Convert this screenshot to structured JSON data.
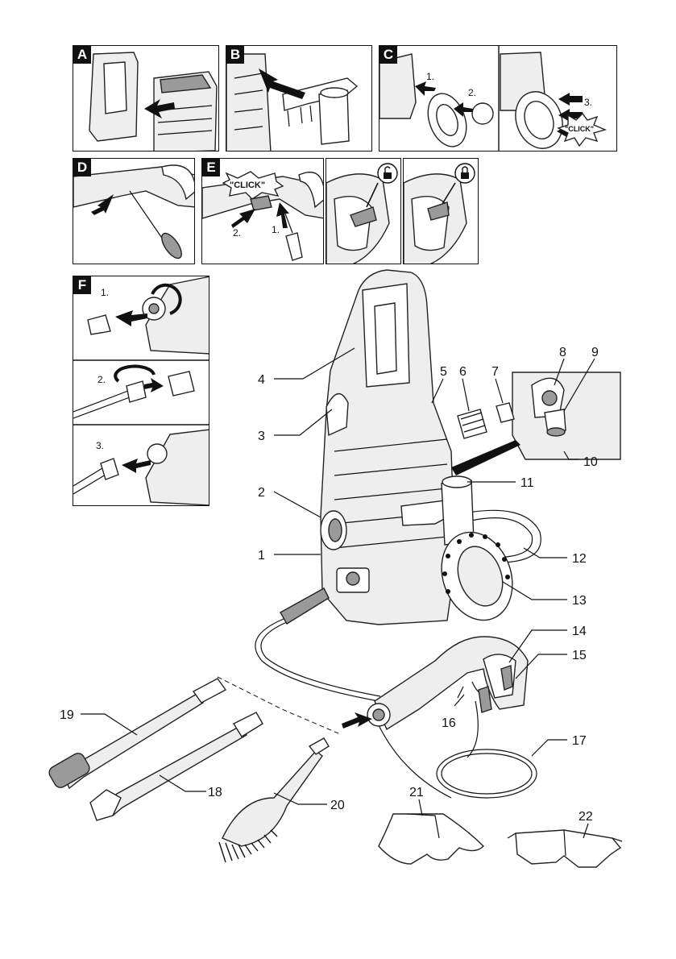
{
  "panels": {
    "A": "A",
    "B": "B",
    "C": "C",
    "D": "D",
    "E": "E",
    "F": "F"
  },
  "steps": {
    "c1": "1.",
    "c2": "2.",
    "c3": "3.",
    "e1": "1.",
    "e2": "2.",
    "f1": "1.",
    "f2": "2.",
    "f3": "3."
  },
  "callouts": {
    "c_click": "\"CLICK\"",
    "e_click": "\"CLICK\""
  },
  "part_numbers": [
    "1",
    "2",
    "3",
    "4",
    "5",
    "6",
    "7",
    "8",
    "9",
    "10",
    "11",
    "12",
    "13",
    "14",
    "15",
    "16",
    "17",
    "18",
    "19",
    "20",
    "21",
    "22"
  ],
  "icons": [
    "lock-open-icon",
    "lock-closed-icon"
  ],
  "colors": {
    "ink": "#111111",
    "panel_border": "#111111",
    "background": "#ffffff"
  }
}
